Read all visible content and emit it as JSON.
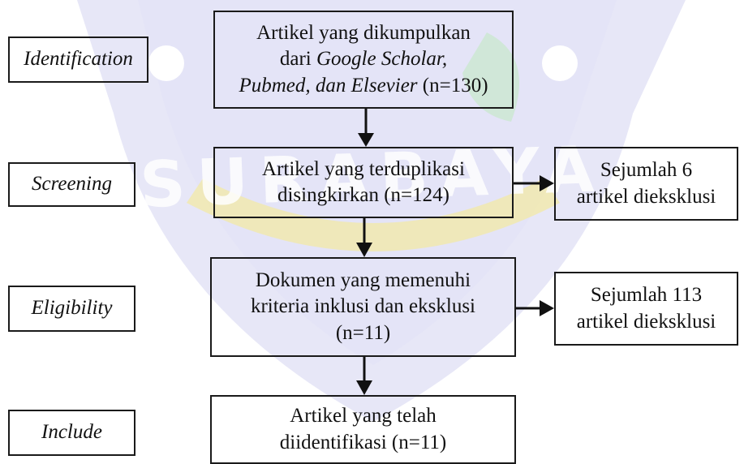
{
  "stages": {
    "identification": "Identification",
    "screening": "Screening",
    "eligibility": "Eligibility",
    "include": "Include"
  },
  "boxes": {
    "identification": {
      "line1": "Artikel yang dikumpulkan",
      "line2_prefix": "dari ",
      "line2_italic": "Google Scholar,",
      "line3_italic": "Pubmed, dan Elsevier",
      "line3_suffix": " (n=130)"
    },
    "screening": {
      "line1": "Artikel yang terduplikasi",
      "line2": "disingkirkan (n=124)"
    },
    "screening_excluded": {
      "line1": "Sejumlah 6",
      "line2": "artikel dieksklusi"
    },
    "eligibility": {
      "line1": "Dokumen yang memenuhi",
      "line2": "kriteria inklusi dan eksklusi",
      "line3": "(n=11)"
    },
    "eligibility_excluded": {
      "line1": "Sejumlah 113",
      "line2": "artikel dieksklusi"
    },
    "include": {
      "line1": "Artikel yang telah",
      "line2": "diidentifikasi (n=11)"
    }
  },
  "watermark": {
    "text": "SURABAYA",
    "color_primary": "#c9c8ec",
    "color_accent": "#f3eaa0",
    "color_green": "#cbe7cf"
  }
}
